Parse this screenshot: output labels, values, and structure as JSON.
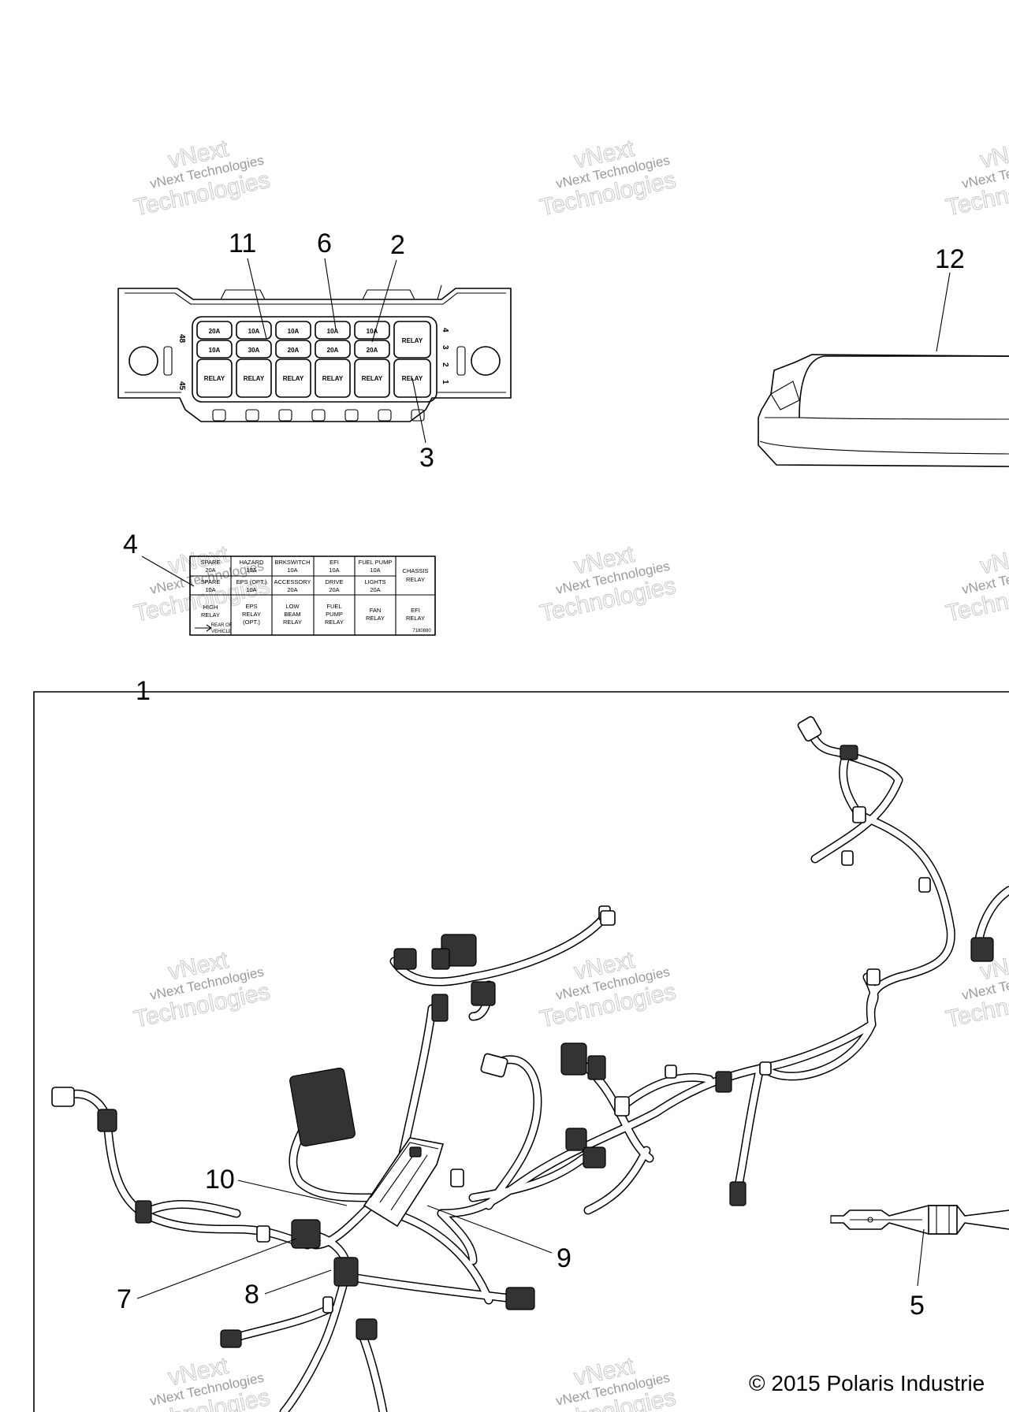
{
  "callouts": {
    "c1": "1",
    "c2": "2",
    "c3": "3",
    "c4": "4",
    "c5": "5",
    "c6": "6",
    "c7": "7",
    "c8": "8",
    "c9": "9",
    "c10": "10",
    "c11": "11",
    "c12": "12"
  },
  "fuse_box": {
    "side_left_top": "48",
    "side_left_bottom": "45",
    "side_right": [
      "4",
      "3",
      "2",
      "1"
    ],
    "row1": [
      "20A",
      "10A",
      "10A",
      "10A",
      "10A"
    ],
    "row2": [
      "10A",
      "30A",
      "20A",
      "20A",
      "20A"
    ],
    "relay_label": "RELAY"
  },
  "fuse_label_card": {
    "row1": [
      [
        "SPARE",
        "20A"
      ],
      [
        "HAZARD",
        "10A"
      ],
      [
        "BRKSWITCH",
        "10A"
      ],
      [
        "EFI",
        "10A"
      ],
      [
        "FUEL PUMP",
        "10A"
      ]
    ],
    "row2": [
      [
        "SPARE",
        "10A"
      ],
      [
        "EPS (OPT.)",
        "10A"
      ],
      [
        "ACCESSORY",
        "20A"
      ],
      [
        "DRIVE",
        "20A"
      ],
      [
        "LIGHTS",
        "20A"
      ]
    ],
    "chassis_relay": [
      "CHASSIS",
      "RELAY"
    ],
    "row3": [
      [
        "HIGH",
        "RELAY"
      ],
      [
        "EPS",
        "RELAY",
        "(OPT.)"
      ],
      [
        "LOW",
        "BEAM",
        "RELAY"
      ],
      [
        "FUEL",
        "PUMP",
        "RELAY"
      ],
      [
        "FAN",
        "RELAY"
      ],
      [
        "EFI",
        "RELAY"
      ]
    ],
    "rear_note": [
      "REAR OF",
      "VEHICLE"
    ],
    "part_number": "7180880"
  },
  "watermark": {
    "line1": "vNext",
    "line2": "vNext Technologies",
    "line3": "Technologies"
  },
  "copyright": "© 2015 Polaris Industrie"
}
